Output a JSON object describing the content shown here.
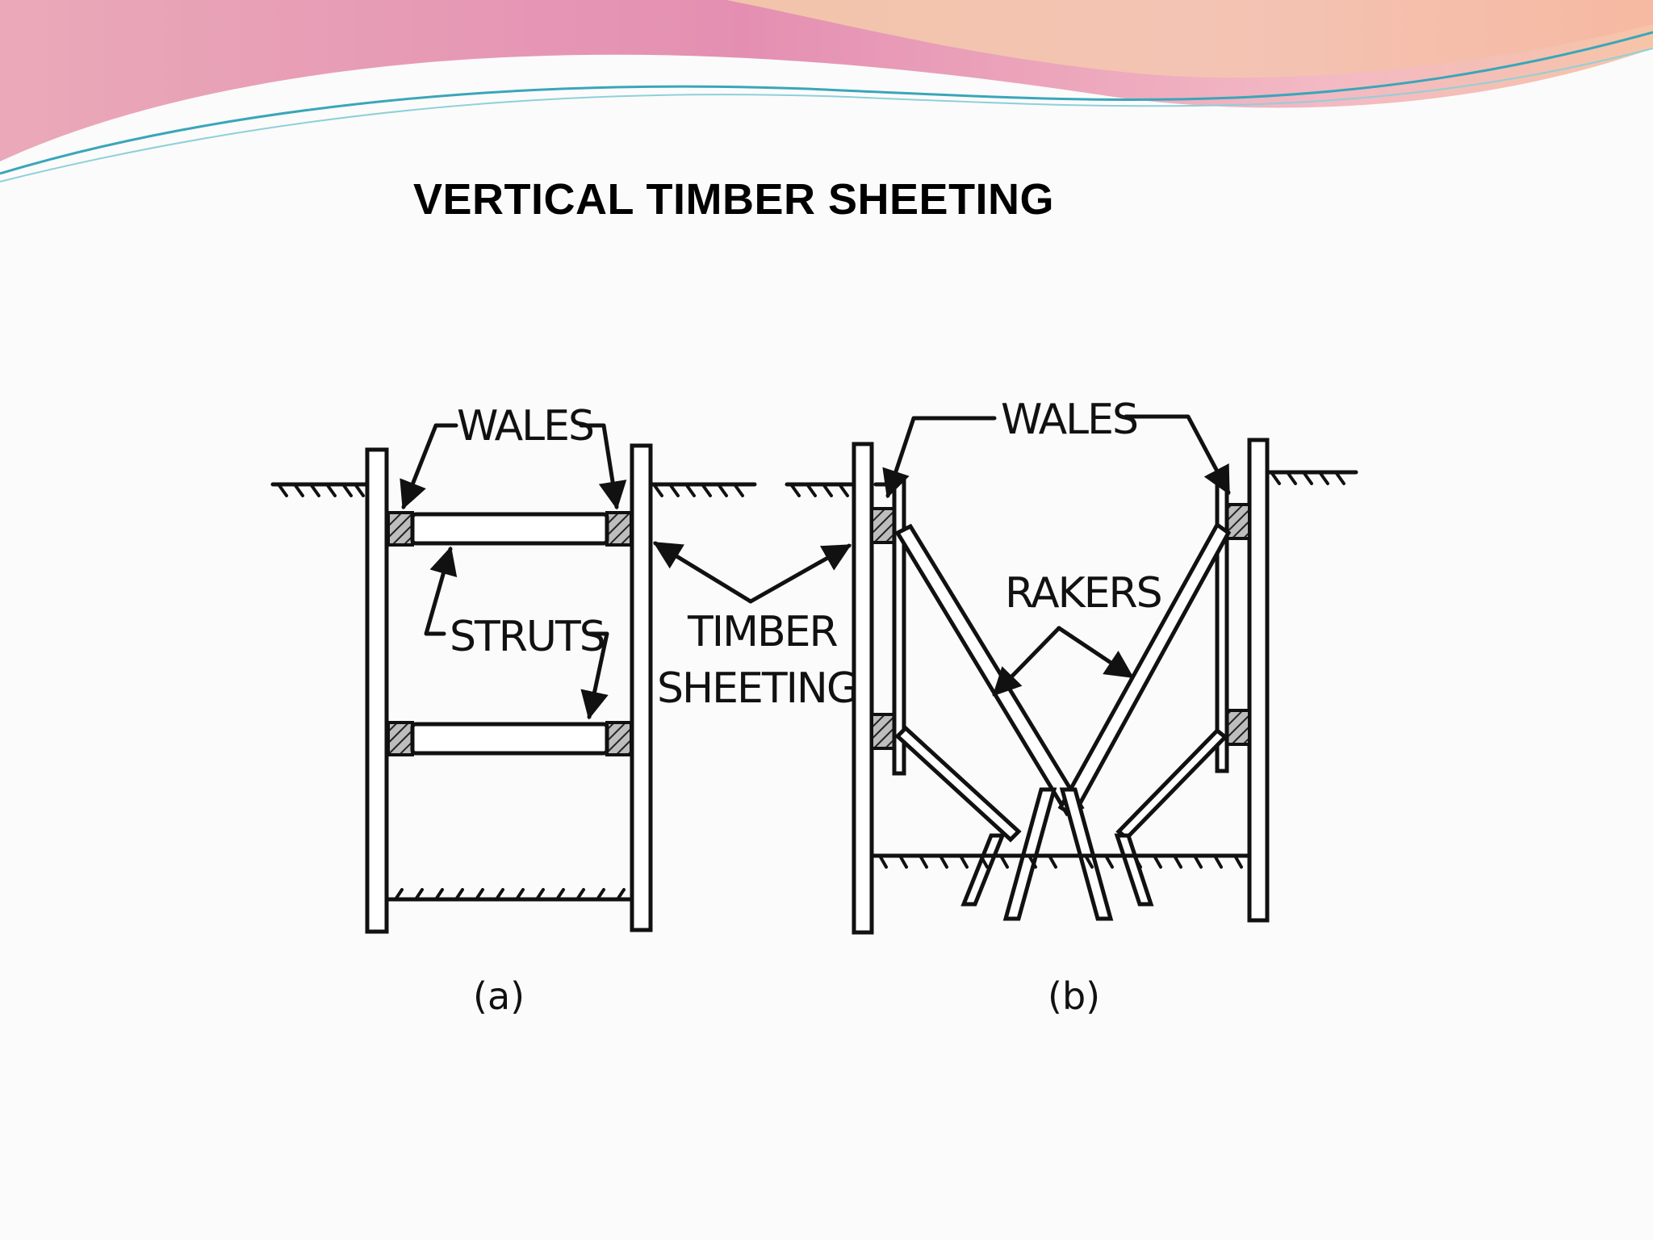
{
  "slide": {
    "title": "VERTICAL TIMBER SHEETING"
  },
  "diagram_a": {
    "wales_label": "WALES",
    "struts_label": "STRUTS",
    "timber_label_line1": "TIMBER",
    "timber_label_line2": "SHEETING",
    "caption": "(a)"
  },
  "diagram_b": {
    "wales_label": "WALES",
    "rakers_label": "RAKERS",
    "caption": "(b)"
  },
  "colors": {
    "header_pink": "#e58fb4",
    "header_peach": "#f5c7a8",
    "header_teal_line": "#3aa6b9",
    "label_red_accent": "#c8161d"
  }
}
